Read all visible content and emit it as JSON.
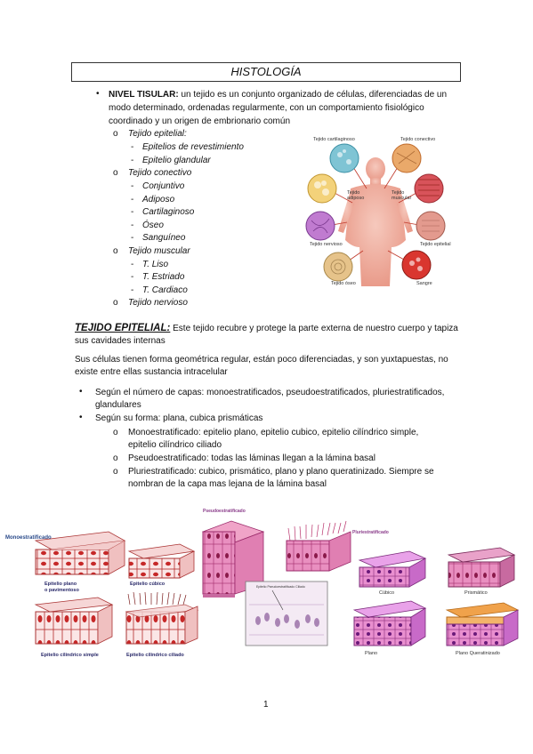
{
  "page": {
    "title": "HISTOLOGÍA",
    "page_number": "1"
  },
  "intro": {
    "bullet": "•",
    "term": "NIVEL TISULAR:",
    "line1": " un tejido es un conjunto organizado de células, diferenciadas de un",
    "line2": "modo determinado, ordenadas regularmente, con un comportamiento fisiológico",
    "line3": "coordinado y un origen de embrionario común"
  },
  "outline": {
    "circle": "o",
    "dash": "-",
    "epitelial": {
      "label": "Tejido epitelial:",
      "items": [
        "Epitelios de revestimiento",
        "Epitelio glandular"
      ]
    },
    "conectivo": {
      "label": "Tejido conectivo",
      "items": [
        "Conjuntivo",
        "Adiposo",
        "Cartilaginoso",
        "Óseo",
        "Sanguíneo"
      ]
    },
    "muscular": {
      "label": "Tejido muscular",
      "items": [
        "T. Liso",
        "T. Estriado",
        "T. Cardiaco"
      ]
    },
    "nervioso": {
      "label": "Tejido nervioso"
    }
  },
  "body_figure": {
    "labels": {
      "cartilaginoso": "Tejido cartilaginoso",
      "conectivo": "Tejido conectivo",
      "adiposo": "Tejido adiposo",
      "muscular": "Tejido muscular",
      "nervioso": "Tejido nervioso",
      "epitelial": "Tejido epitelial",
      "oseo": "Tejido óseo",
      "sangre": "Sangre"
    }
  },
  "epitelial_section": {
    "heading": "TEJIDO EPITELIAL:",
    "heading_text": " Este tejido recubre y protege la parte externa de nuestro cuerpo y tapiza",
    "heading_line2": "sus cavidades internas",
    "para_line1": "Sus células tienen forma geométrica regular, están poco diferenciadas, y son yuxtapuestas, no",
    "para_line2": "existe entre ellas sustancia intracelular",
    "bullets": {
      "b1_line1": "Según el número de capas: monoestratificados, pseudoestratificados, pluriestratificados,",
      "b1_line2": "glandulares",
      "b2": "Según su forma: plana, cubica prismáticas",
      "sub1_line1": "Monoestratificado: epitelio plano, epitelio cubico, epitelio cilíndrico simple,",
      "sub1_line2": "epitelio cilíndrico ciliado",
      "sub2": "Pseudoestratificado: todas las láminas llegan a la lámina basal",
      "sub3_line1": "Pluriestratificado: cubico, prismático, plano y plano queratinizado. Siempre se",
      "sub3_line2": "nombran de la capa mas lejana de la lámina basal"
    }
  },
  "bottom_figure": {
    "mono_title": "Monoestratificado",
    "plano": "Epitelio plano",
    "plano2": "o pavimentoso",
    "cubico": "Epitelio cúbico",
    "cilindrico": "Epitelio cilíndrico simple",
    "ciliado": "Epitelio cilíndrico ciliado",
    "pseudo_title": "Pseudoestratificado",
    "micro_caption": "Epitelio Pseudoestratificado Ciliado",
    "pluri_title": "Pluriestratificado",
    "pluri_cubico": "Cúbico",
    "pluri_prismatico": "Prismático",
    "pluri_plano": "Plano",
    "pluri_queratinizado": "Plano Queratinizado"
  },
  "colors": {
    "epithelium_pink": "#e27fb6",
    "cell_red": "#d4453a",
    "pluri_magenta": "#d66ad6",
    "keratin_orange": "#f0a24b"
  }
}
